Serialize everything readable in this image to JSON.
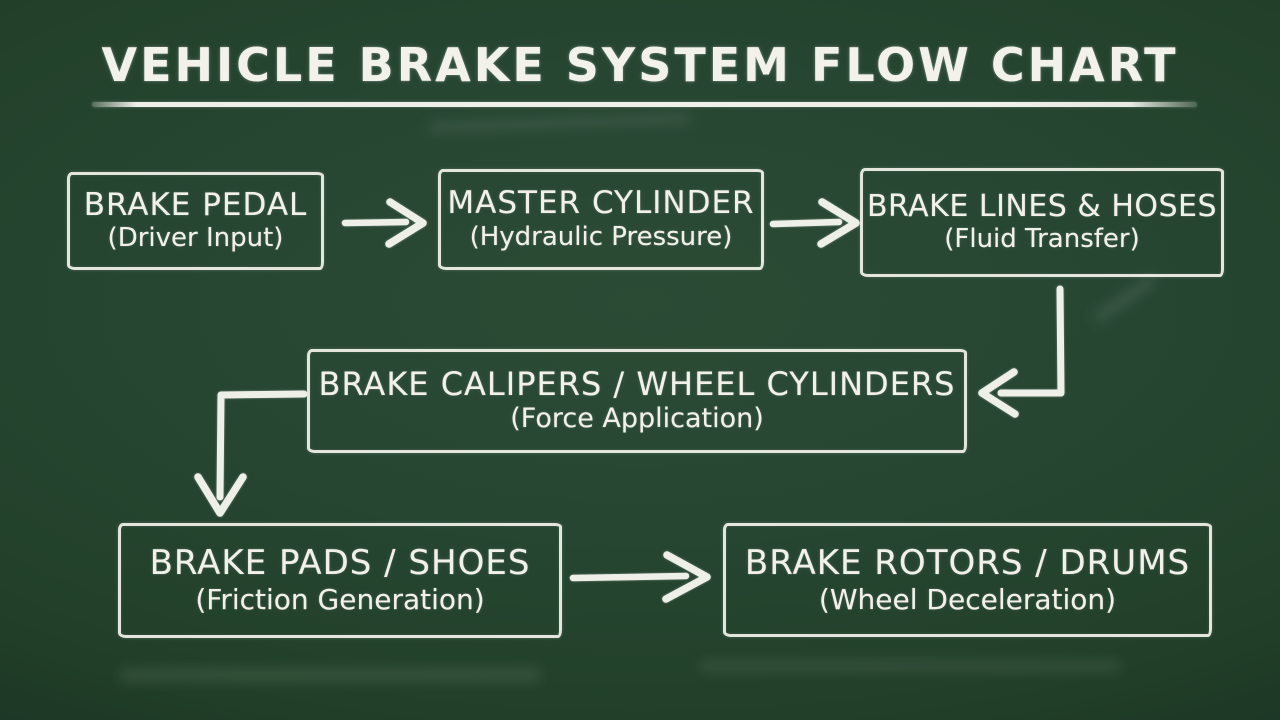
{
  "title": "VEHICLE BRAKE SYSTEM FLOW CHART",
  "board": {
    "background_color": "#24432e",
    "chalk_color": "#f2f1e9"
  },
  "nodes": [
    {
      "id": "brake-pedal",
      "label": "BRAKE PEDAL",
      "sublabel": "(Driver Input)"
    },
    {
      "id": "master-cylinder",
      "label": "MASTER CYLINDER",
      "sublabel": "(Hydraulic Pressure)"
    },
    {
      "id": "brake-lines",
      "label": "BRAKE LINES & HOSES",
      "sublabel": "(Fluid Transfer)"
    },
    {
      "id": "calipers",
      "label": "BRAKE CALIPERS / WHEEL CYLINDERS",
      "sublabel": "(Force Application)"
    },
    {
      "id": "pads",
      "label": "BRAKE PADS / SHOES",
      "sublabel": "(Friction Generation)"
    },
    {
      "id": "rotors",
      "label": "BRAKE ROTORS / DRUMS",
      "sublabel": "(Wheel Deceleration)"
    }
  ],
  "edges": [
    {
      "from": "BRAKE PEDAL",
      "to": "MASTER CYLINDER"
    },
    {
      "from": "MASTER CYLINDER",
      "to": "BRAKE LINES & HOSES"
    },
    {
      "from": "BRAKE LINES & HOSES",
      "to": "BRAKE CALIPERS / WHEEL CYLINDERS"
    },
    {
      "from": "BRAKE CALIPERS / WHEEL CYLINDERS",
      "to": "BRAKE PADS / SHOES"
    },
    {
      "from": "BRAKE PADS / SHOES",
      "to": "BRAKE ROTORS / DRUMS"
    }
  ]
}
